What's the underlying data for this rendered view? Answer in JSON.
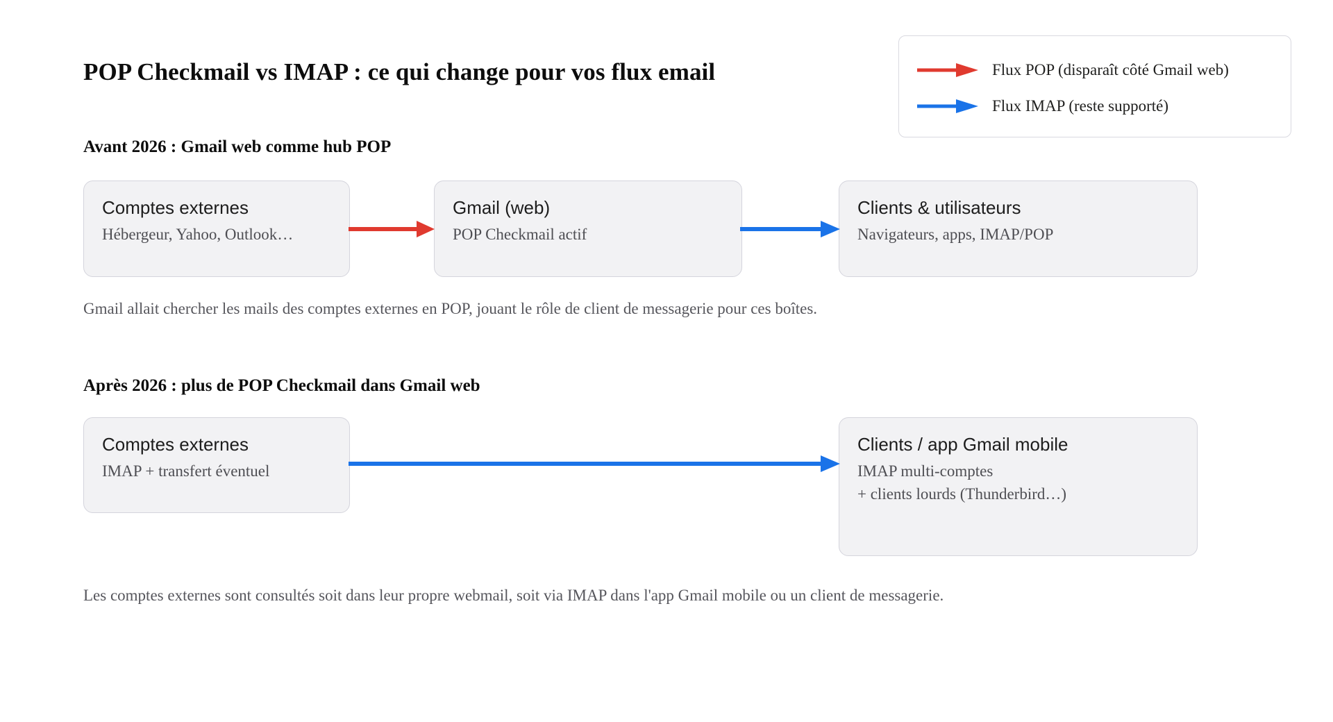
{
  "title": "POP Checkmail vs IMAP : ce qui change pour vos flux email",
  "colors": {
    "pop_red": "#e03a2f",
    "imap_blue": "#1a73e8",
    "node_fill": "#f2f2f4",
    "node_border": "#d4d4dc",
    "caption_text": "#56565c"
  },
  "legend": {
    "items": [
      {
        "label": "Flux POP (disparaît côté Gmail web)",
        "color": "#e03a2f",
        "icon": "arrow-right-icon"
      },
      {
        "label": "Flux IMAP (reste supporté)",
        "color": "#1a73e8",
        "icon": "arrow-right-icon"
      }
    ]
  },
  "sections": [
    {
      "heading": "Avant 2026 : Gmail web comme hub POP",
      "nodes": [
        {
          "title": "Comptes externes",
          "lines": [
            "Hébergeur, Yahoo, Outlook…"
          ]
        },
        {
          "title": "Gmail (web)",
          "lines": [
            "POP Checkmail actif"
          ]
        },
        {
          "title": "Clients & utilisateurs",
          "lines": [
            "Navigateurs, apps, IMAP/POP"
          ]
        }
      ],
      "caption": "Gmail allait chercher les mails des comptes externes en POP, jouant le rôle de client de messagerie pour ces boîtes."
    },
    {
      "heading": "Après 2026 : plus de POP Checkmail dans Gmail web",
      "nodes": [
        {
          "title": "Comptes externes",
          "lines": [
            "IMAP + transfert éventuel"
          ]
        },
        {
          "title": "Clients / app Gmail mobile",
          "lines": [
            "IMAP multi-comptes",
            "+ clients lourds (Thunderbird…)"
          ]
        }
      ],
      "caption": "Les comptes externes sont consultés soit dans leur propre webmail, soit via IMAP dans l'app Gmail mobile ou un client de messagerie."
    }
  ],
  "connectors": [
    {
      "name": "pop-arrow-externes-to-gmail",
      "flow": "POP",
      "color": "#e03a2f",
      "from": "Comptes externes",
      "to": "Gmail (web)"
    },
    {
      "name": "imap-arrow-gmail-to-clients",
      "flow": "IMAP",
      "color": "#1a73e8",
      "from": "Gmail (web)",
      "to": "Clients & utilisateurs"
    },
    {
      "name": "imap-arrow-externes-to-mobile",
      "flow": "IMAP",
      "color": "#1a73e8",
      "from": "Comptes externes",
      "to": "Clients / app Gmail mobile"
    }
  ]
}
